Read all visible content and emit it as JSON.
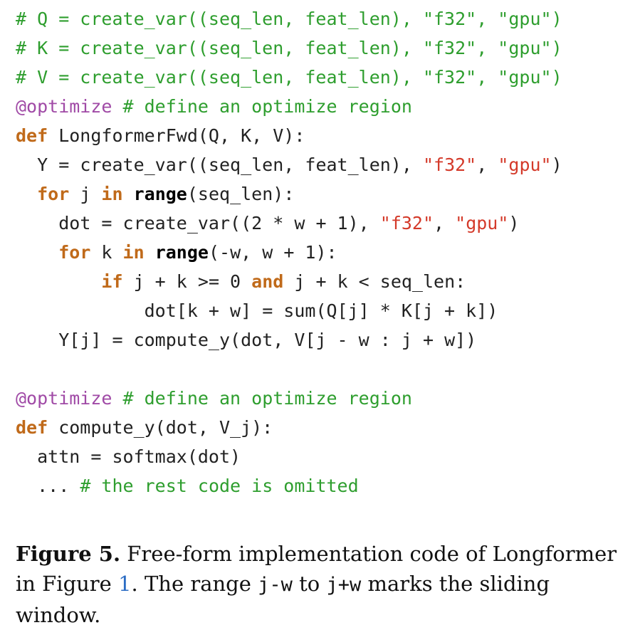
{
  "code_lines": [
    {
      "indent": "",
      "tokens": [
        {
          "t": "# Q = create_var((seq_len, feat_len), \"f32\", \"gpu\")",
          "k": "comment"
        }
      ]
    },
    {
      "indent": "",
      "tokens": [
        {
          "t": "# K = create_var((seq_len, feat_len), \"f32\", \"gpu\")",
          "k": "comment"
        }
      ]
    },
    {
      "indent": "",
      "tokens": [
        {
          "t": "# V = create_var((seq_len, feat_len), \"f32\", \"gpu\")",
          "k": "comment"
        }
      ]
    },
    {
      "indent": "",
      "tokens": [
        {
          "t": "@optimize",
          "k": "deco"
        },
        {
          "t": " ",
          "k": "plain"
        },
        {
          "t": "# define an optimize region",
          "k": "comment"
        }
      ]
    },
    {
      "indent": "",
      "tokens": [
        {
          "t": "def",
          "k": "kw"
        },
        {
          "t": " LongformerFwd(Q, K, V):",
          "k": "plain"
        }
      ]
    },
    {
      "indent": "  ",
      "tokens": [
        {
          "t": "Y = create_var((seq_len, feat_len), ",
          "k": "plain"
        },
        {
          "t": "\"f32\"",
          "k": "str"
        },
        {
          "t": ", ",
          "k": "plain"
        },
        {
          "t": "\"gpu\"",
          "k": "str"
        },
        {
          "t": ")",
          "k": "plain"
        }
      ]
    },
    {
      "indent": "  ",
      "tokens": [
        {
          "t": "for",
          "k": "kw"
        },
        {
          "t": " j ",
          "k": "plain"
        },
        {
          "t": "in",
          "k": "kw"
        },
        {
          "t": " ",
          "k": "plain"
        },
        {
          "t": "range",
          "k": "builtin"
        },
        {
          "t": "(seq_len):",
          "k": "plain"
        }
      ]
    },
    {
      "indent": "    ",
      "tokens": [
        {
          "t": "dot = create_var((2 * w + 1), ",
          "k": "plain"
        },
        {
          "t": "\"f32\"",
          "k": "str"
        },
        {
          "t": ", ",
          "k": "plain"
        },
        {
          "t": "\"gpu\"",
          "k": "str"
        },
        {
          "t": ")",
          "k": "plain"
        }
      ]
    },
    {
      "indent": "    ",
      "tokens": [
        {
          "t": "for",
          "k": "kw"
        },
        {
          "t": " k ",
          "k": "plain"
        },
        {
          "t": "in",
          "k": "kw"
        },
        {
          "t": " ",
          "k": "plain"
        },
        {
          "t": "range",
          "k": "builtin"
        },
        {
          "t": "(-w, w + 1):",
          "k": "plain"
        }
      ]
    },
    {
      "indent": "        ",
      "tokens": [
        {
          "t": "if",
          "k": "kw"
        },
        {
          "t": " j + k >= 0 ",
          "k": "plain"
        },
        {
          "t": "and",
          "k": "kw"
        },
        {
          "t": " j + k < seq_len:",
          "k": "plain"
        }
      ]
    },
    {
      "indent": "            ",
      "tokens": [
        {
          "t": "dot[k + w] = sum(Q[j] * K[j + k])",
          "k": "plain"
        }
      ]
    },
    {
      "indent": "    ",
      "tokens": [
        {
          "t": "Y[j] = compute_y(dot, V[j - w : j + w])",
          "k": "plain"
        }
      ]
    },
    {
      "indent": "",
      "tokens": []
    },
    {
      "indent": "",
      "tokens": [
        {
          "t": "@optimize",
          "k": "deco"
        },
        {
          "t": " ",
          "k": "plain"
        },
        {
          "t": "# define an optimize region",
          "k": "comment"
        }
      ]
    },
    {
      "indent": "",
      "tokens": [
        {
          "t": "def",
          "k": "kw"
        },
        {
          "t": " compute_y(dot, V_j):",
          "k": "plain"
        }
      ]
    },
    {
      "indent": "  ",
      "tokens": [
        {
          "t": "attn = softmax(dot)",
          "k": "plain"
        }
      ]
    },
    {
      "indent": "  ",
      "tokens": [
        {
          "t": "... ",
          "k": "plain"
        },
        {
          "t": "# the rest code is omitted",
          "k": "comment"
        }
      ]
    }
  ],
  "caption": {
    "label": "Figure 5.",
    "text_1": " Free-form implementation code of Longformer in Figure ",
    "ref": "1",
    "text_2": ". The range ",
    "code_1": "j-w",
    "text_3": " to ",
    "code_2": "j+w",
    "text_4": " marks the sliding window."
  },
  "colors": {
    "comment": "#2e9e2e",
    "keyword": "#c06a1a",
    "decorator": "#a04aa6",
    "string": "#d43a2a",
    "reference": "#2b6cc4"
  }
}
